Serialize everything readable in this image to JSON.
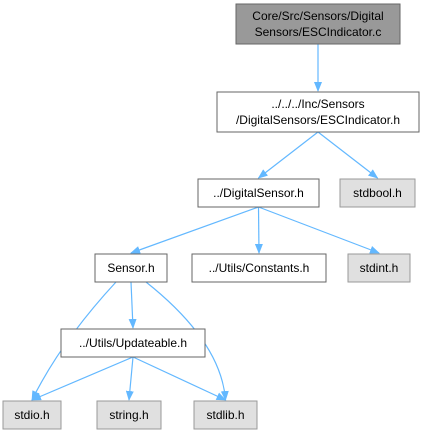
{
  "colors": {
    "focus_fill": "#999999",
    "local_fill": "#ffffff",
    "system_fill": "#e0e0e0",
    "border_dark": "#666666",
    "border_system": "#999999",
    "edge": "#63b8ff"
  },
  "nodes": [
    {
      "id": "esc-c",
      "kind": "focus",
      "lines": [
        "Core/Src/Sensors/Digital",
        "Sensors/ESCIndicator.c"
      ]
    },
    {
      "id": "esc-h",
      "kind": "local",
      "lines": [
        "../../../Inc/Sensors",
        "/DigitalSensors/ESCIndicator.h"
      ]
    },
    {
      "id": "digital-sensor-h",
      "kind": "local",
      "lines": [
        "../DigitalSensor.h"
      ]
    },
    {
      "id": "stdbool-h",
      "kind": "system",
      "lines": [
        "stdbool.h"
      ]
    },
    {
      "id": "sensor-h",
      "kind": "local",
      "lines": [
        "Sensor.h"
      ]
    },
    {
      "id": "constants-h",
      "kind": "local",
      "lines": [
        "../Utils/Constants.h"
      ]
    },
    {
      "id": "stdint-h",
      "kind": "system",
      "lines": [
        "stdint.h"
      ]
    },
    {
      "id": "updateable-h",
      "kind": "local",
      "lines": [
        "../Utils/Updateable.h"
      ]
    },
    {
      "id": "stdio-h",
      "kind": "system",
      "lines": [
        "stdio.h"
      ]
    },
    {
      "id": "string-h",
      "kind": "system",
      "lines": [
        "string.h"
      ]
    },
    {
      "id": "stdlib-h",
      "kind": "system",
      "lines": [
        "stdlib.h"
      ]
    }
  ],
  "edges": [
    {
      "from": "esc-c",
      "to": "esc-h"
    },
    {
      "from": "esc-h",
      "to": "digital-sensor-h"
    },
    {
      "from": "esc-h",
      "to": "stdbool-h"
    },
    {
      "from": "digital-sensor-h",
      "to": "sensor-h"
    },
    {
      "from": "digital-sensor-h",
      "to": "constants-h"
    },
    {
      "from": "digital-sensor-h",
      "to": "stdint-h"
    },
    {
      "from": "sensor-h",
      "to": "updateable-h"
    },
    {
      "from": "sensor-h",
      "to": "stdio-h"
    },
    {
      "from": "sensor-h",
      "to": "stdlib-h"
    },
    {
      "from": "updateable-h",
      "to": "stdio-h"
    },
    {
      "from": "updateable-h",
      "to": "string-h"
    },
    {
      "from": "updateable-h",
      "to": "stdlib-h"
    }
  ]
}
